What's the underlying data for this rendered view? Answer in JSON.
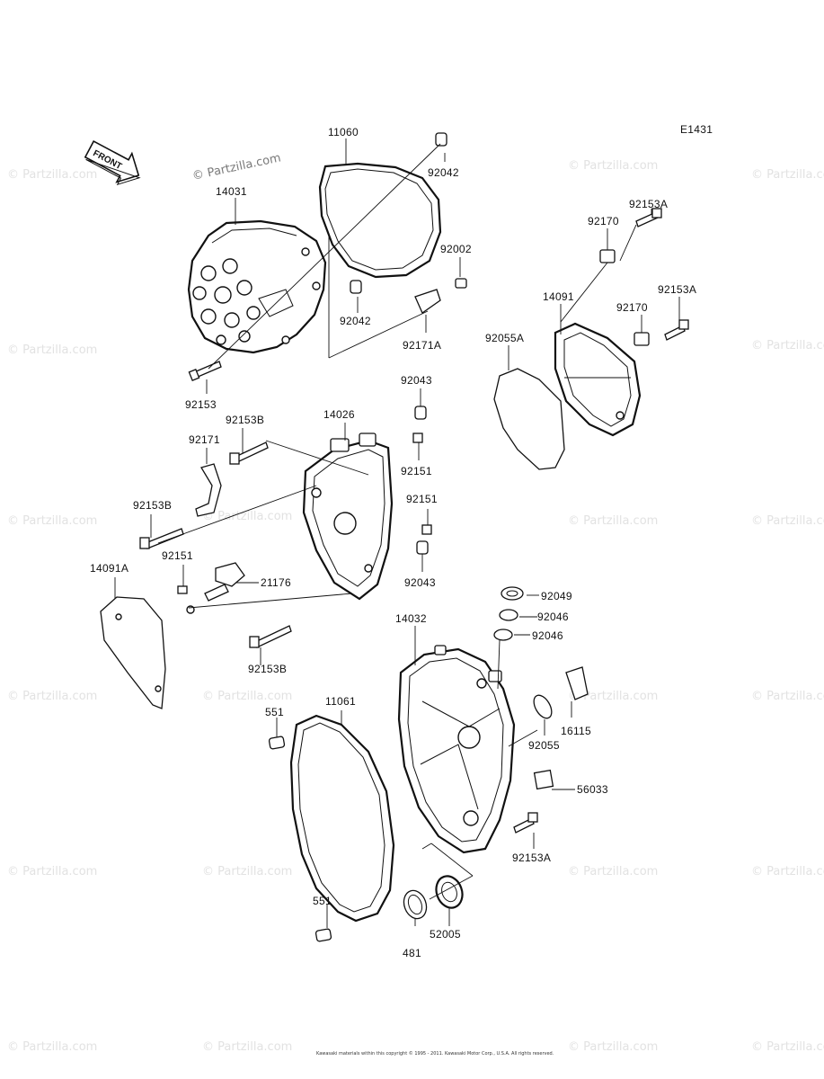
{
  "diagram_code": "E1431",
  "front_label": "FRONT",
  "watermark_main": "© Partzilla.com",
  "watermark_tile": "© Partzilla.com",
  "copyright": "Kawasaki materials within this copyright © 1995 - 2011. Kawasaki Motor Corp., U.S.A. All rights reserved.",
  "labels": {
    "p11060": "11060",
    "p92042a": "92042",
    "p14031": "14031",
    "p92042b": "92042",
    "p92002": "92002",
    "p92171A": "92171A",
    "p92153a": "92153",
    "p92153Aa": "92153A",
    "p92170a": "92170",
    "p14091": "14091",
    "p92153Ab": "92153A",
    "p92170b": "92170",
    "p92055A": "92055A",
    "p92043a": "92043",
    "p14026": "14026",
    "p92153Ba": "92153B",
    "p92171": "92171",
    "p92151a": "92151",
    "p92153Bb": "92153B",
    "p92151b": "92151",
    "p92151c": "92151",
    "p21176": "21176",
    "p92043b": "92043",
    "p14091A": "14091A",
    "p92153Bc": "92153B",
    "p92049": "92049",
    "p92046a": "92046",
    "p92046b": "92046",
    "p14032": "14032",
    "p551a": "551",
    "p11061": "11061",
    "p16115": "16115",
    "p92055": "92055",
    "p56033": "56033",
    "p92153Ac": "92153A",
    "p551b": "551",
    "p52005": "52005",
    "p481": "481"
  }
}
